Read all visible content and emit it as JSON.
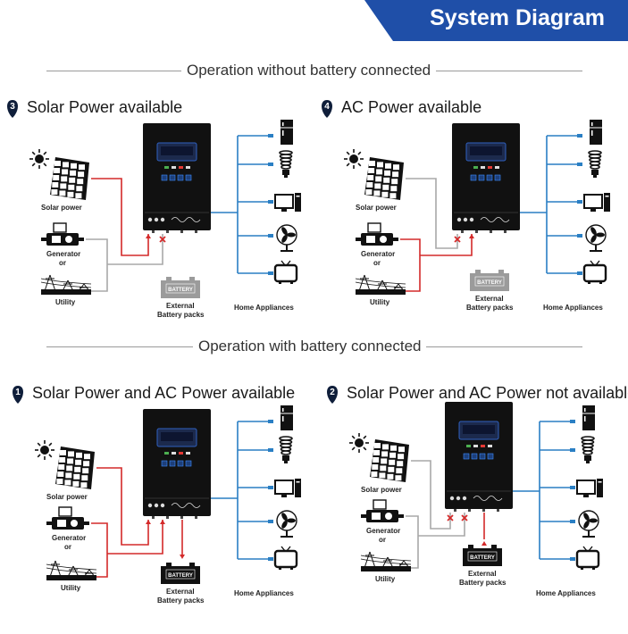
{
  "banner": {
    "title": "System Diagram"
  },
  "sections": [
    {
      "title": "Operation without battery connected"
    },
    {
      "title": "Operation with battery connected"
    }
  ],
  "panels": [
    {
      "number": "3",
      "title": "Solar Power available"
    },
    {
      "number": "4",
      "title": "AC Power available"
    },
    {
      "number": "1",
      "title": "Solar Power and AC Power available"
    },
    {
      "number": "2",
      "title": "Solar Power and AC Power not available"
    }
  ],
  "labels": {
    "solar": "Solar power",
    "generator": "Generator",
    "or": "or",
    "utility": "Utility",
    "battery_line1": "External",
    "battery_line2": "Battery packs",
    "battery_tag": "BATTERY",
    "appliances": "Home Appliances"
  },
  "colors": {
    "banner": "#1f4fa8",
    "active_line": "#d42a2a",
    "inactive_line": "#a8a8a8",
    "output_line": "#2a7fc4",
    "inverter": "#111111"
  }
}
